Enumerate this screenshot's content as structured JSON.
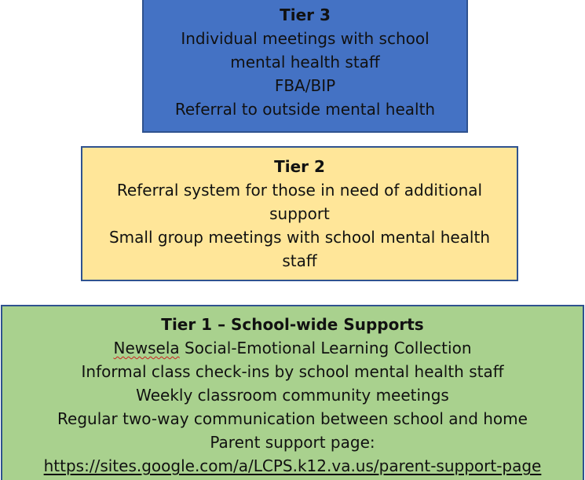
{
  "colors": {
    "tier3_fill": "#4472c4",
    "tier2_fill": "#ffe699",
    "tier1_fill": "#a9d18e",
    "border": "#2f528f"
  },
  "tier3": {
    "title": "Tier 3",
    "lines": [
      "Individual meetings with school",
      "mental health staff",
      "FBA/BIP",
      "Referral to outside mental health"
    ]
  },
  "tier2": {
    "title": "Tier 2",
    "lines": [
      "Referral system for those in need of additional",
      "support",
      "Small group meetings with school mental health",
      "staff"
    ]
  },
  "tier1": {
    "title": "Tier 1 – School-wide Supports",
    "newsela_word": "Newsela",
    "newsela_rest": " Social-Emotional Learning Collection",
    "lines": [
      "Informal class check-ins by school mental health staff",
      "Weekly classroom community meetings",
      "Regular two-way communication between school and home",
      "Parent support page:"
    ],
    "link": "https://sites.google.com/a/LCPS.k12.va.us/parent-support-page"
  }
}
